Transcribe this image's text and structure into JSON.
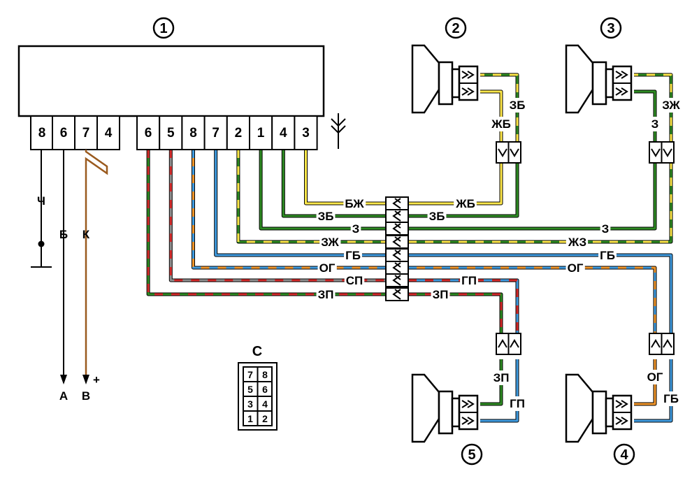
{
  "labels": {
    "unit": "1",
    "spk_fl": "2",
    "spk_fr": "3",
    "spk_rr": "4",
    "spk_rl": "5",
    "conn_c": "С",
    "end_a": "А",
    "end_b": "В",
    "plus": "+"
  },
  "pins_left": [
    "8",
    "6",
    "7",
    "4"
  ],
  "pins_right": [
    "6",
    "5",
    "8",
    "7",
    "2",
    "1",
    "4",
    "3"
  ],
  "connector_c_pins": [
    "7",
    "8",
    "5",
    "6",
    "3",
    "4",
    "1",
    "2"
  ],
  "wire_labels": {
    "ch": "Ч",
    "b": "Б",
    "k": "К",
    "bzh": "БЖ",
    "zb": "ЗБ",
    "z": "З",
    "zzh": "ЗЖ",
    "gb": "ГБ",
    "og": "ОГ",
    "sp": "СП",
    "zp": "ЗП",
    "zhb": "ЖБ",
    "zhz": "ЖЗ",
    "gp": "ГП"
  },
  "colors": {
    "green": "#2e8b23",
    "yellow": "#ffe84a",
    "red": "#d42a2a",
    "blue": "#3f9be0",
    "orange": "#f0952a",
    "gray": "#8f8f8f",
    "brown": "#9a5a1e",
    "black": "#000000"
  }
}
